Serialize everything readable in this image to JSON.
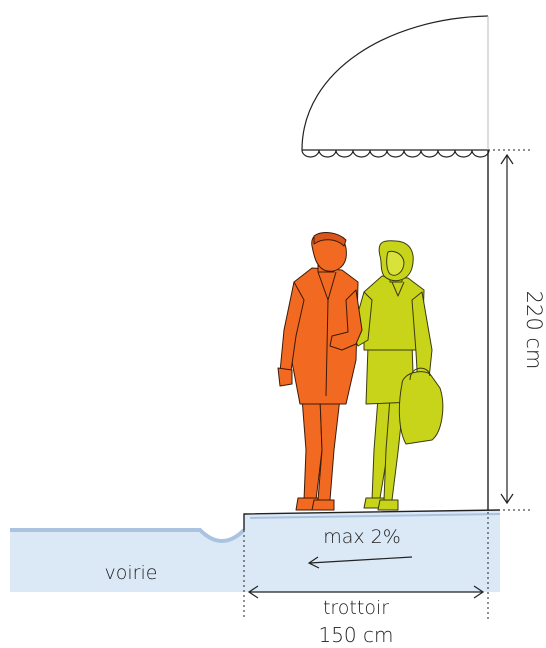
{
  "labels": {
    "road": "voirie",
    "slope": "max 2%",
    "sidewalk": "trottoir",
    "sidewalk_width": "150 cm",
    "clearance_height": "220 cm"
  },
  "colors": {
    "man_figure": "#f26a21",
    "woman_figure": "#c8d419",
    "ground_fill": "#dbe8f6",
    "ground_edge": "#a9c3e0",
    "line": "#222222"
  },
  "icons": {
    "awning": "awning-icon",
    "man": "man-walking-icon",
    "woman": "woman-walking-icon"
  }
}
